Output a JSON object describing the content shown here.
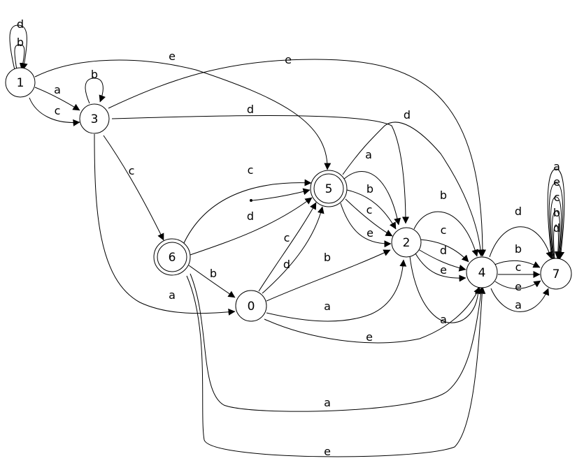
{
  "diagram": {
    "type": "finite-automaton",
    "states": [
      {
        "id": "0",
        "label": "0",
        "accepting": false
      },
      {
        "id": "1",
        "label": "1",
        "accepting": false
      },
      {
        "id": "2",
        "label": "2",
        "accepting": false
      },
      {
        "id": "3",
        "label": "3",
        "accepting": false
      },
      {
        "id": "4",
        "label": "4",
        "accepting": false
      },
      {
        "id": "5",
        "label": "5",
        "accepting": true
      },
      {
        "id": "6",
        "label": "6",
        "accepting": true
      },
      {
        "id": "7",
        "label": "7",
        "accepting": false
      }
    ],
    "initial_state": "5",
    "transitions": [
      {
        "from": "1",
        "to": "1",
        "label": "d"
      },
      {
        "from": "1",
        "to": "1",
        "label": "b"
      },
      {
        "from": "1",
        "to": "5",
        "label": "e"
      },
      {
        "from": "1",
        "to": "3",
        "label": "a"
      },
      {
        "from": "1",
        "to": "3",
        "label": "c"
      },
      {
        "from": "3",
        "to": "3",
        "label": "b"
      },
      {
        "from": "3",
        "to": "4",
        "label": "e"
      },
      {
        "from": "3",
        "to": "2",
        "label": "d"
      },
      {
        "from": "3",
        "to": "6",
        "label": "c"
      },
      {
        "from": "3",
        "to": "0",
        "label": "a"
      },
      {
        "from": "6",
        "to": "5",
        "label": "c"
      },
      {
        "from": "6",
        "to": "5",
        "label": "d"
      },
      {
        "from": "6",
        "to": "0",
        "label": "b"
      },
      {
        "from": "6",
        "to": "4",
        "label": "a"
      },
      {
        "from": "6",
        "to": "4",
        "label": "e"
      },
      {
        "from": "5",
        "to": "4",
        "label": "d"
      },
      {
        "from": "5",
        "to": "2",
        "label": "a"
      },
      {
        "from": "5",
        "to": "2",
        "label": "b"
      },
      {
        "from": "5",
        "to": "2",
        "label": "c"
      },
      {
        "from": "5",
        "to": "2",
        "label": "e"
      },
      {
        "from": "0",
        "to": "5",
        "label": "c"
      },
      {
        "from": "0",
        "to": "5",
        "label": "d"
      },
      {
        "from": "0",
        "to": "2",
        "label": "b"
      },
      {
        "from": "0",
        "to": "2",
        "label": "a"
      },
      {
        "from": "0",
        "to": "4",
        "label": "e"
      },
      {
        "from": "2",
        "to": "4",
        "label": "b"
      },
      {
        "from": "2",
        "to": "4",
        "label": "c"
      },
      {
        "from": "2",
        "to": "4",
        "label": "d"
      },
      {
        "from": "2",
        "to": "4",
        "label": "e"
      },
      {
        "from": "2",
        "to": "4",
        "label": "a"
      },
      {
        "from": "4",
        "to": "7",
        "label": "d"
      },
      {
        "from": "4",
        "to": "7",
        "label": "b"
      },
      {
        "from": "4",
        "to": "7",
        "label": "c"
      },
      {
        "from": "4",
        "to": "7",
        "label": "e"
      },
      {
        "from": "4",
        "to": "7",
        "label": "a"
      },
      {
        "from": "7",
        "to": "7",
        "label": "a"
      },
      {
        "from": "7",
        "to": "7",
        "label": "e"
      },
      {
        "from": "7",
        "to": "7",
        "label": "c"
      },
      {
        "from": "7",
        "to": "7",
        "label": "b"
      },
      {
        "from": "7",
        "to": "7",
        "label": "d"
      }
    ]
  }
}
